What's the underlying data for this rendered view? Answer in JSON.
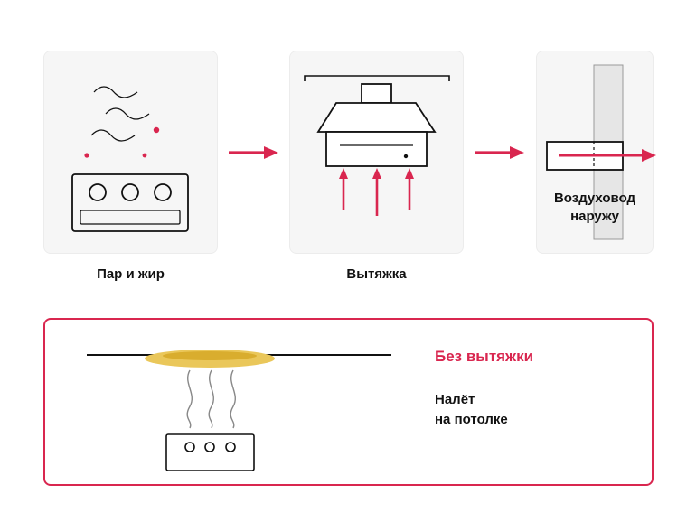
{
  "steps": [
    {
      "label": "Пар и жир"
    },
    {
      "label": "Вытяжка"
    },
    {
      "label_lines": [
        "Воздуховод",
        "наружу"
      ]
    }
  ],
  "warning": {
    "title": "Без вытяжки",
    "text_lines": [
      "Налёт",
      "на потолке"
    ]
  },
  "colors": {
    "accent": "#d9264f",
    "stroke": "#111111",
    "card": "#f6f6f6",
    "grease": "#e8c14a"
  },
  "icons": [
    "steam-waves-icon",
    "stove-icon",
    "range-hood-icon",
    "air-duct-icon",
    "flow-arrow-icon",
    "grease-stain-icon"
  ]
}
